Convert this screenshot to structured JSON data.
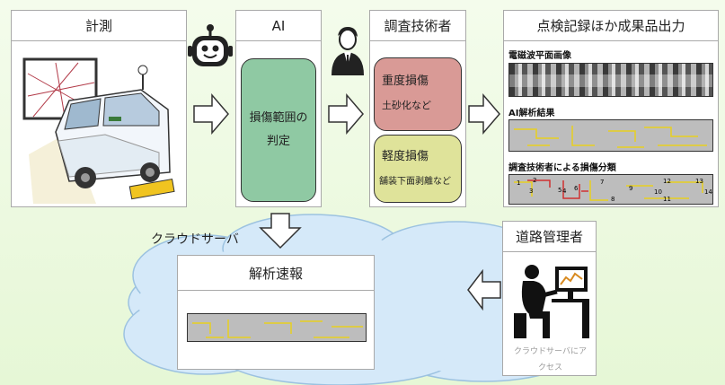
{
  "panels": {
    "measure": {
      "title": "計測"
    },
    "ai": {
      "title": "AI",
      "text": "損傷範囲の判定"
    },
    "inspector": {
      "title": "調査技術者",
      "heavy": {
        "label": "重度損傷",
        "sub": "土砂化など"
      },
      "light": {
        "label": "軽度損傷",
        "sub": "舗装下面剥離など"
      }
    },
    "output": {
      "title": "点検記録ほか成果品出力",
      "img1": "電磁波平面画像",
      "img2": "AI解析結果",
      "img3": "調査技術者による損傷分類",
      "labels": [
        "1",
        "2",
        "3",
        "4",
        "5",
        "6",
        "7",
        "8",
        "9",
        "10",
        "11",
        "12",
        "13",
        "14"
      ]
    },
    "cloud": {
      "label": "クラウドサーバ",
      "report": "解析速報"
    },
    "manager": {
      "title": "道路管理者",
      "caption": "クラウドサーバにアクセス"
    }
  },
  "icons": [
    "robot-icon",
    "person-icon"
  ],
  "colors": {
    "ai_pill": "#8fc9a3",
    "heavy": "#d99a96",
    "light": "#dfe39a",
    "cloud": "#d3e8f8"
  }
}
